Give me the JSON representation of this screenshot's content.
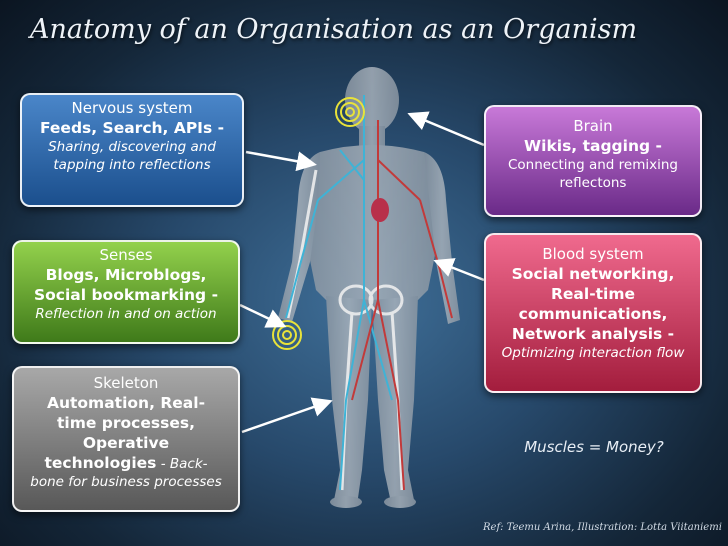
{
  "title": "Anatomy of an Organisation as an Organism",
  "nervous": {
    "heading": "Nervous system",
    "bold": "Feeds, Search, APIs",
    "dash": " -",
    "line1": "Sharing, discovering and",
    "line2": "tapping into reflections"
  },
  "senses": {
    "heading": "Senses",
    "bold1": "Blogs, Microblogs,",
    "bold2": "Social bookmarking",
    "dash": " -",
    "desc": "Reflection in and on action"
  },
  "skeleton": {
    "heading": "Skeleton",
    "bold1": "Automation, Real-",
    "bold2": "time processes,",
    "bold3": "Operative",
    "bold4": "technologies",
    "desc1": " - Back-",
    "desc2": "bone for business processes"
  },
  "brain": {
    "heading": "Brain",
    "bold": "Wikis, tagging",
    "dash": " -",
    "line1": "Connecting and remixing",
    "line2": "reflectons"
  },
  "blood": {
    "heading": "Blood system",
    "bold1": "Social networking,",
    "bold2": "Real-time",
    "bold3": "communications,",
    "bold4": "Network analysis",
    "dash": " -",
    "desc": "Optimizing interaction flow"
  },
  "muscles": "Muscles = Money?",
  "ref": "Ref: Teemu Arina, Illustration: Lotta Viitaniemi",
  "colors": {
    "nervous": "#2f6bb0",
    "senses": "#6aa83a",
    "skeleton": "#7a7a7a",
    "brain": "#9a4bb3",
    "blood": "#d13b62",
    "nerve_line": "#3fb3d6",
    "vessel_line": "#c23a3a",
    "target": "#e8e23a"
  }
}
